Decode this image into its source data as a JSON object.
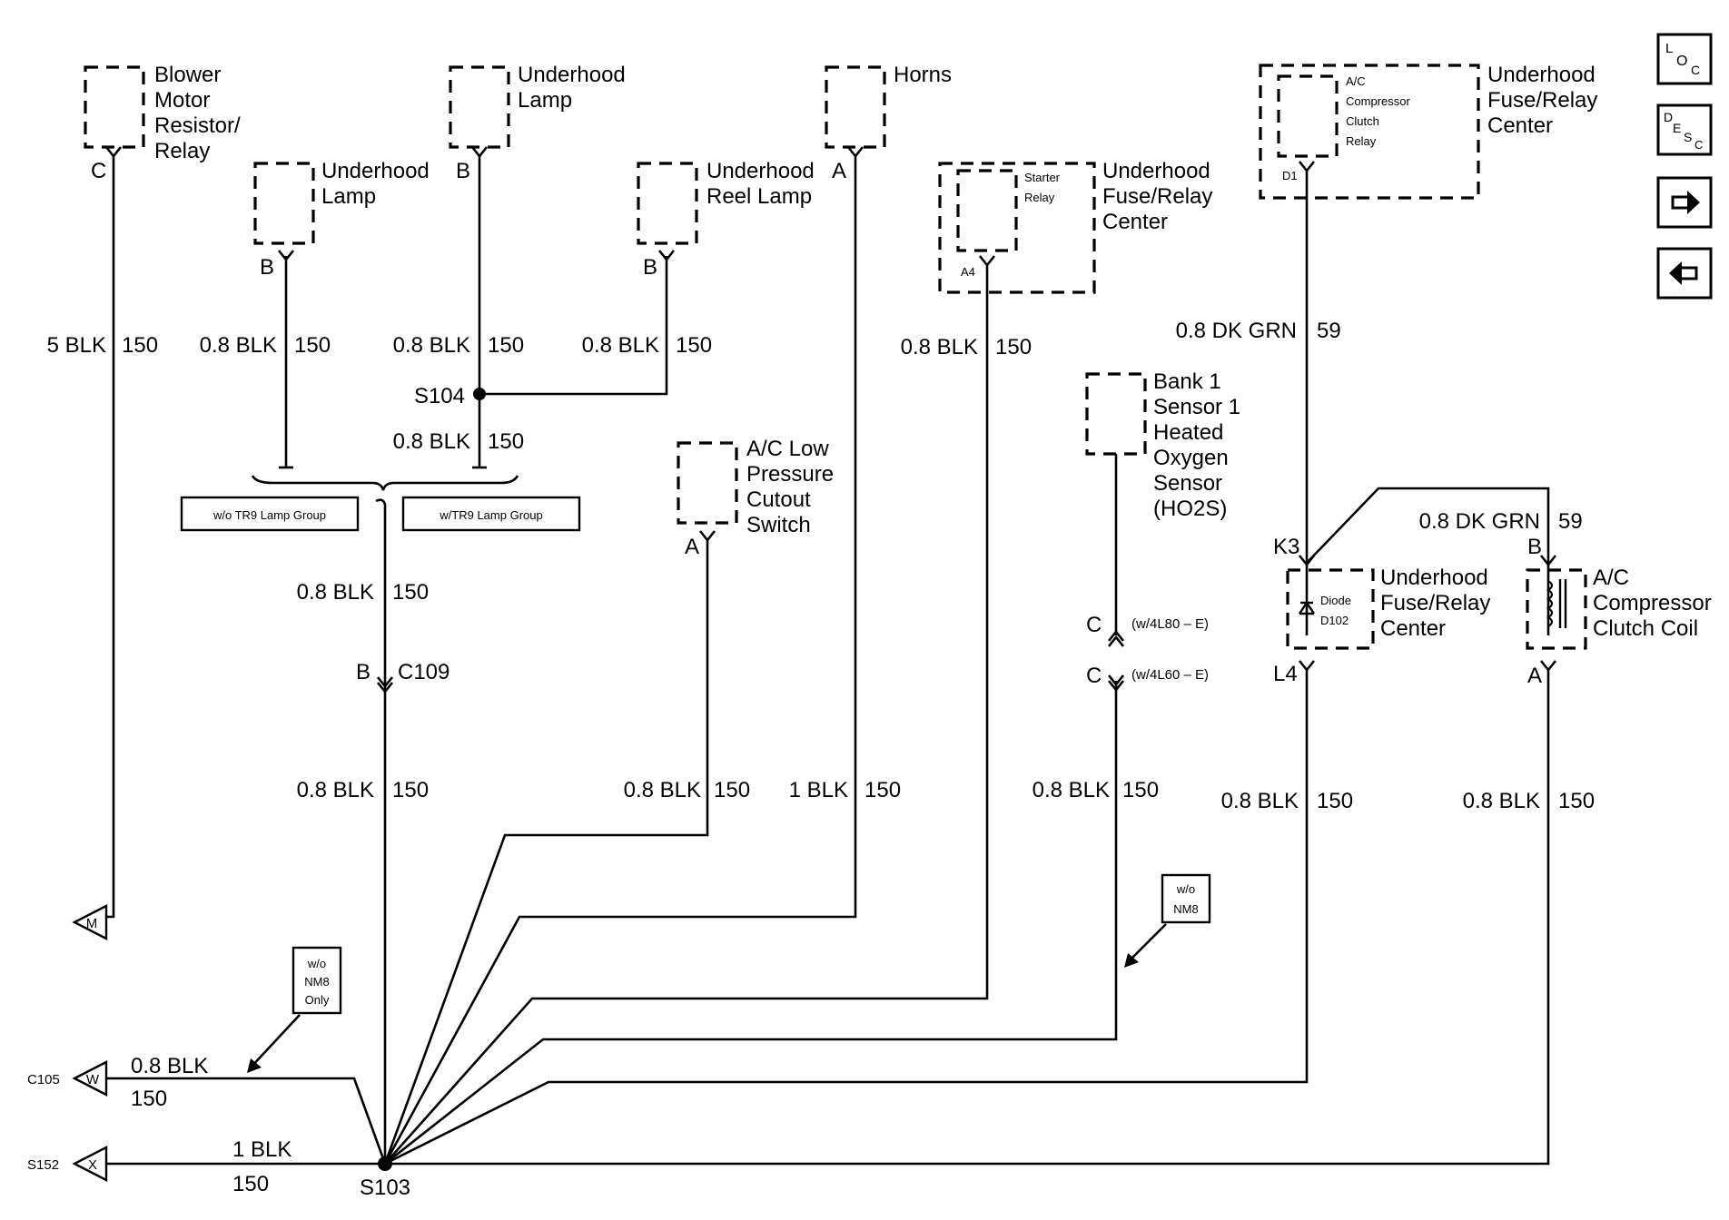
{
  "components": {
    "blower": {
      "lines": [
        "Blower",
        "Motor",
        "Resistor/",
        "Relay"
      ],
      "pin": "C"
    },
    "underhood_lamp_left": {
      "lines": [
        "Underhood",
        "Lamp"
      ],
      "pin": "B"
    },
    "underhood_lamp_top": {
      "lines": [
        "Underhood",
        "Lamp"
      ],
      "pin": "B"
    },
    "reel_lamp": {
      "lines": [
        "Underhood",
        "Reel Lamp"
      ],
      "pin": "B"
    },
    "horns": {
      "lines": [
        "Horns"
      ],
      "pin": "A"
    },
    "starter_relay": {
      "inner": [
        "Starter",
        "Relay"
      ],
      "lines": [
        "Underhood",
        "Fuse/Relay",
        "Center"
      ],
      "pin": "A4"
    },
    "ac_relay": {
      "inner": [
        "A/C",
        "Compressor",
        "Clutch",
        "Relay"
      ],
      "lines": [
        "Underhood",
        "Fuse/Relay",
        "Center"
      ],
      "pin": "D1"
    },
    "ac_switch": {
      "lines": [
        "A/C Low",
        "Pressure",
        "Cutout",
        "Switch"
      ],
      "pin": "A"
    },
    "ho2s": {
      "lines": [
        "Bank 1",
        "Sensor 1",
        "Heated",
        "Oxygen",
        "Sensor",
        "(HO2S)"
      ]
    },
    "diode": {
      "inner": [
        "Diode",
        "D102"
      ],
      "lines": [
        "Underhood",
        "Fuse/Relay",
        "Center"
      ],
      "pin_top": "K3",
      "pin_bottom": "L4"
    },
    "clutch_coil": {
      "lines": [
        "A/C",
        "Compressor",
        "Clutch Coil"
      ],
      "pin_top": "B",
      "pin_bottom": "A"
    }
  },
  "wires": {
    "blower": {
      "gauge": "5 BLK",
      "circuit": "150"
    },
    "lamp_left": {
      "gauge": "0.8 BLK",
      "circuit": "150"
    },
    "lamp_top": {
      "gauge": "0.8 BLK",
      "circuit": "150"
    },
    "reel": {
      "gauge": "0.8 BLK",
      "circuit": "150"
    },
    "s104_below": {
      "gauge": "0.8 BLK",
      "circuit": "150"
    },
    "starter": {
      "gauge": "0.8 BLK",
      "circuit": "150"
    },
    "ac_relay": {
      "gauge": "0.8 DK GRN",
      "circuit": "59"
    },
    "coil_top": {
      "gauge": "0.8 DK GRN",
      "circuit": "59"
    },
    "above_c109": {
      "gauge": "0.8 BLK",
      "circuit": "150"
    },
    "below_c109": {
      "gauge": "0.8 BLK",
      "circuit": "150"
    },
    "ac_switch": {
      "gauge": "0.8 BLK",
      "circuit": "150"
    },
    "horns": {
      "gauge": "1 BLK",
      "circuit": "150"
    },
    "ho2s": {
      "gauge": "0.8 BLK",
      "circuit": "150"
    },
    "diode": {
      "gauge": "0.8 BLK",
      "circuit": "150"
    },
    "coil_bottom": {
      "gauge": "0.8 BLK",
      "circuit": "150"
    },
    "c105": {
      "gauge": "0.8 BLK",
      "circuit": "150"
    },
    "s152": {
      "gauge": "1 BLK",
      "circuit": "150"
    }
  },
  "splices": {
    "s104": "S104",
    "s103": "S103"
  },
  "connectors": {
    "c109": {
      "name": "C109",
      "pin": "B"
    },
    "ho2s_upper": {
      "pin": "C",
      "note": "(w/4L80 – E)"
    },
    "ho2s_lower": {
      "pin": "C",
      "note": "(w/4L60 – E)"
    }
  },
  "option_boxes": {
    "wo_tr9": "w/o TR9 Lamp Group",
    "w_tr9": "w/TR9 Lamp Group",
    "wo_nm8_only": [
      "w/o",
      "NM8",
      "Only"
    ],
    "wo_nm8": [
      "w/o",
      "NM8"
    ]
  },
  "offpage": {
    "m": {
      "letter": "M"
    },
    "w": {
      "letter": "W",
      "ref": "C105"
    },
    "x": {
      "letter": "X",
      "ref": "S152"
    }
  },
  "nav": {
    "loc": {
      "big1": "L",
      "mid": "O",
      "sub": "C"
    },
    "desc": {
      "big1": "D",
      "mid": "E",
      "mid2": "S",
      "sub": "C"
    },
    "next_icon": "right-arrow-icon",
    "prev_icon": "left-arrow-icon"
  }
}
